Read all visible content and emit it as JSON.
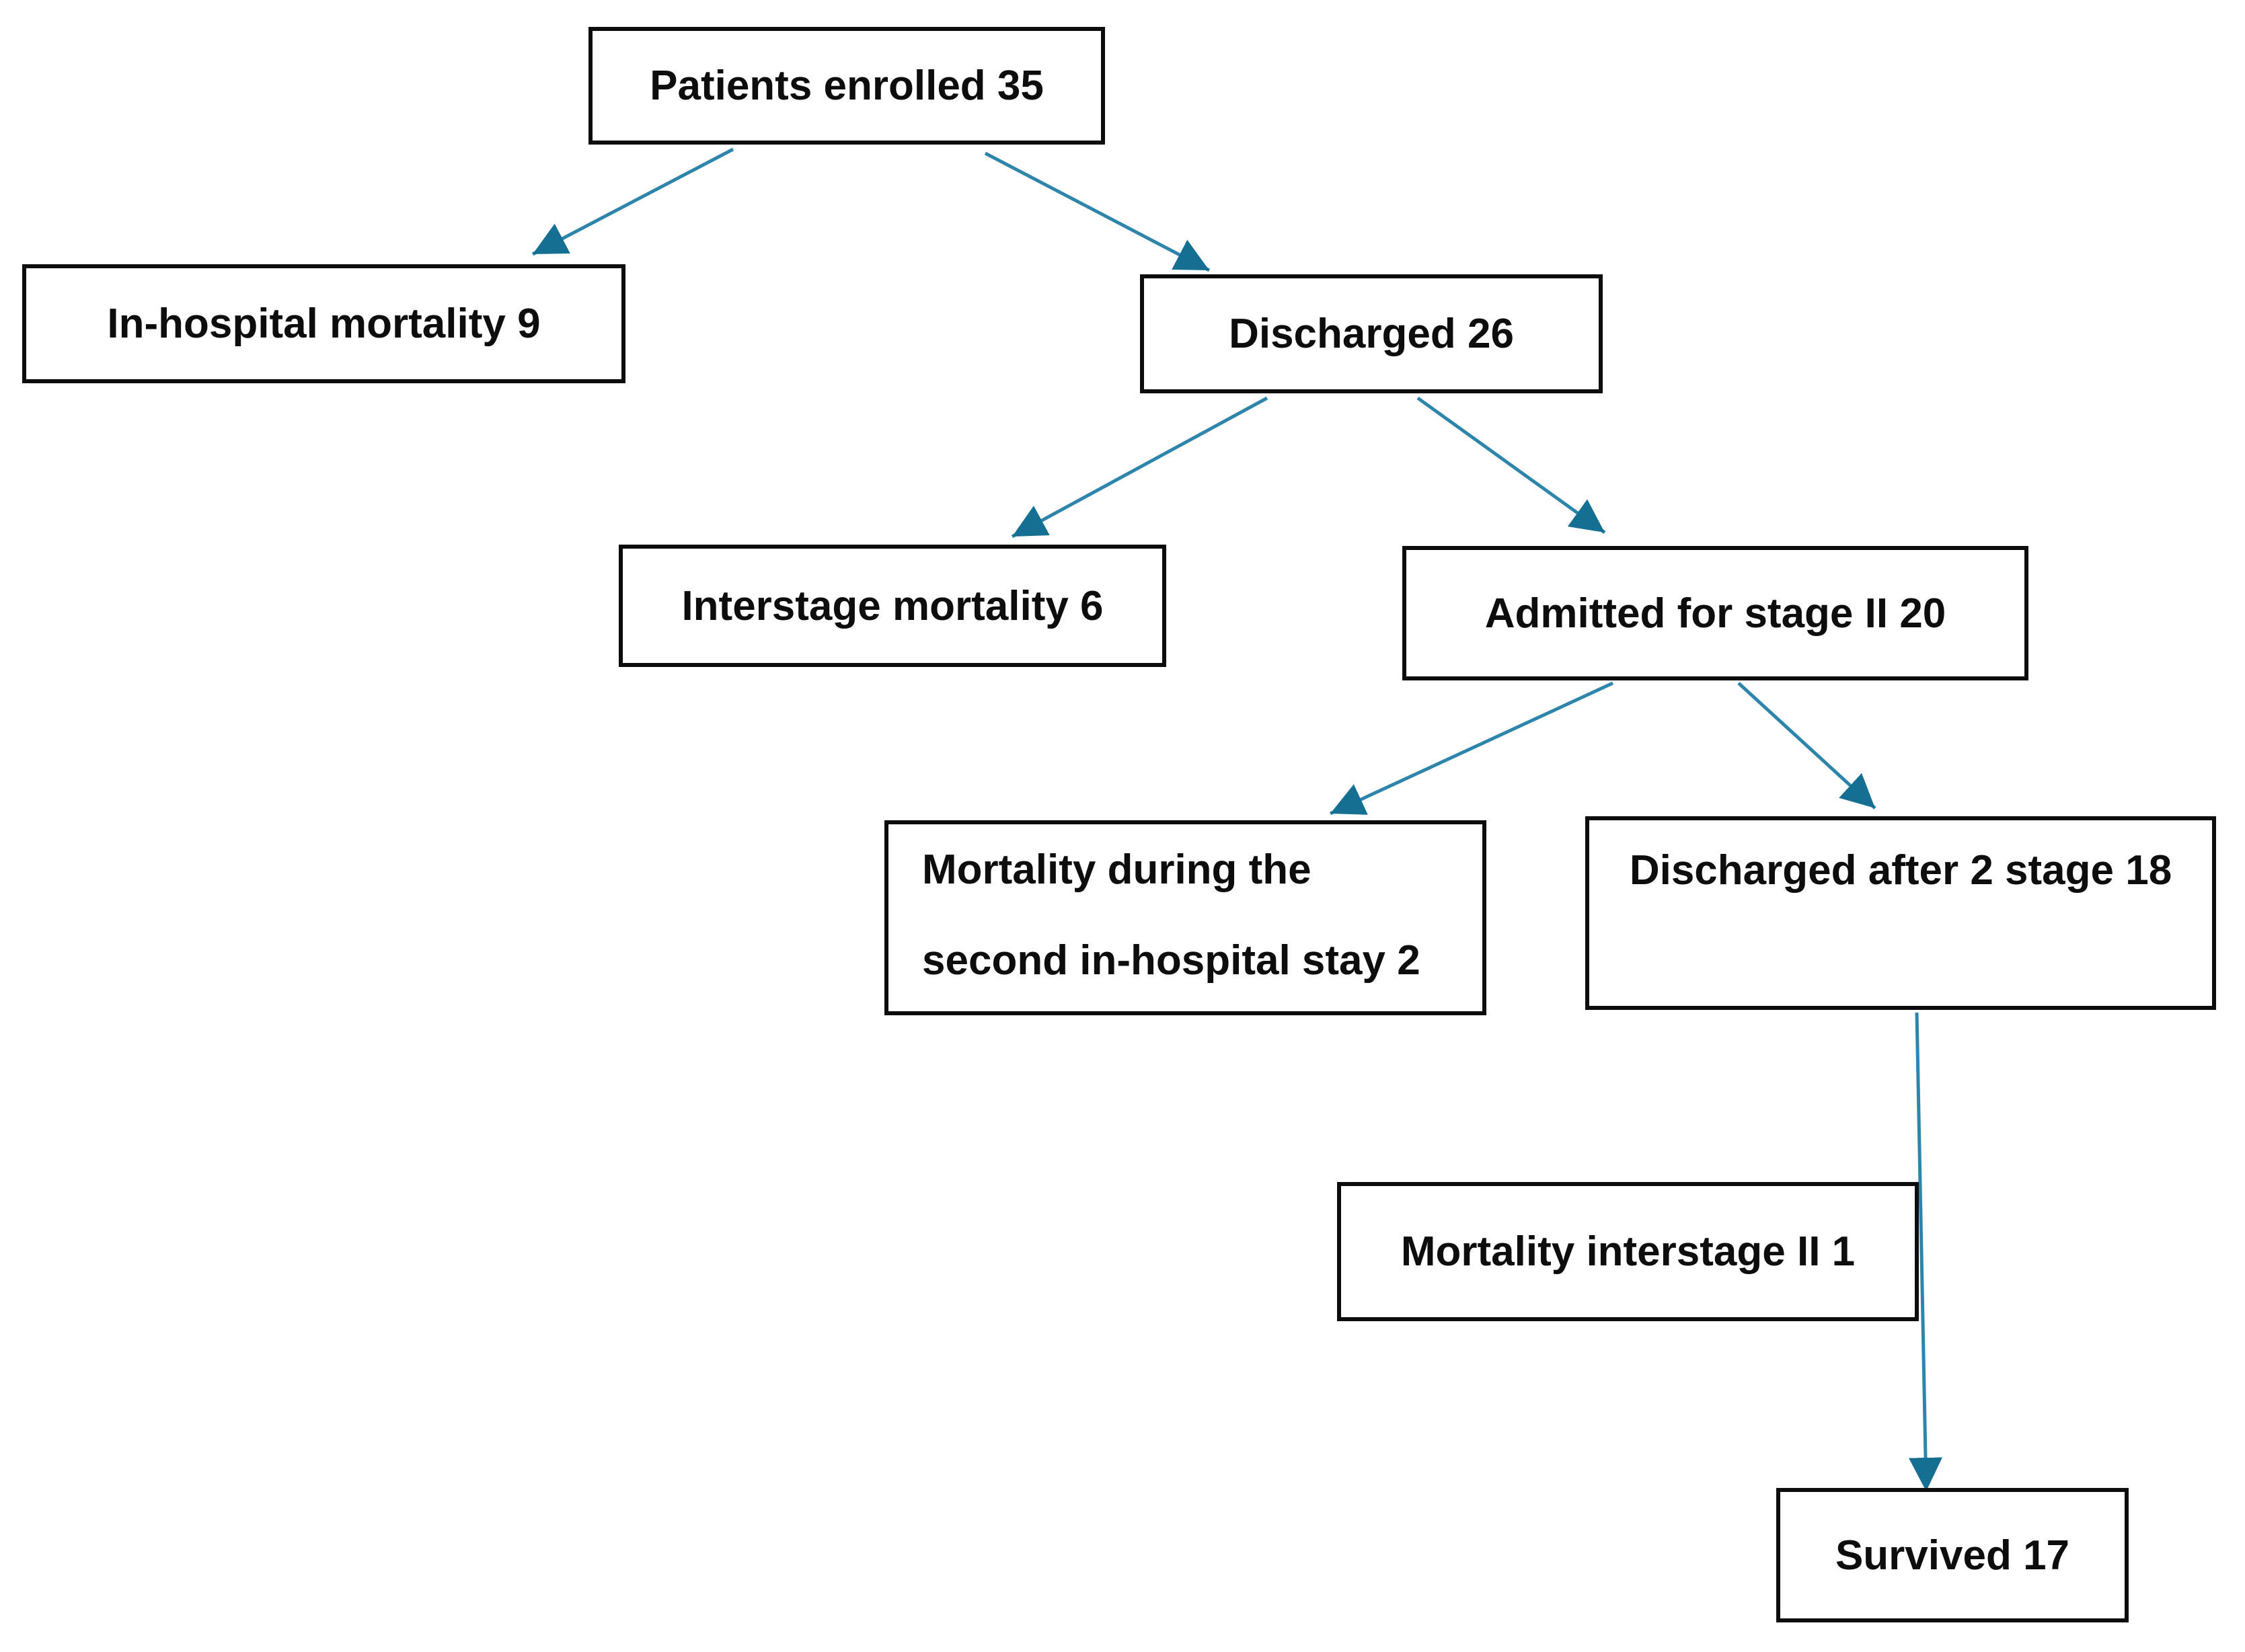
{
  "diagram_type": "patient-flow-chart",
  "nodes": {
    "patients_enrolled": {
      "label": "Patients enrolled 35"
    },
    "in_hospital_mortality": {
      "label": "In-hospital mortality 9"
    },
    "discharged": {
      "label": "Discharged 26"
    },
    "interstage_mortality": {
      "label": "Interstage mortality 6"
    },
    "admitted_stage_2": {
      "label": "Admitted for stage II 20"
    },
    "mortality_second_stay": {
      "label": "Mortality during the second in-hospital stay 2",
      "line1": "Mortality during the",
      "line2": "second in-hospital stay 2"
    },
    "discharged_after_stage_2": {
      "label": "Discharged after 2 stage 18"
    },
    "mortality_interstage_2": {
      "label": "Mortality interstage II 1"
    },
    "survived": {
      "label": "Survived 17"
    }
  },
  "edges": [
    {
      "from": "patients_enrolled",
      "to": "in_hospital_mortality"
    },
    {
      "from": "patients_enrolled",
      "to": "discharged"
    },
    {
      "from": "discharged",
      "to": "interstage_mortality"
    },
    {
      "from": "discharged",
      "to": "admitted_stage_2"
    },
    {
      "from": "admitted_stage_2",
      "to": "mortality_second_stay"
    },
    {
      "from": "admitted_stage_2",
      "to": "discharged_after_stage_2"
    },
    {
      "from": "discharged_after_stage_2",
      "to": "survived"
    }
  ],
  "colors": {
    "arrow_line": "#2e85ab",
    "arrow_head": "#156f93",
    "box_border": "#0d0d0d",
    "box_fill": "#ffffff",
    "text": "#0d0d0d"
  }
}
